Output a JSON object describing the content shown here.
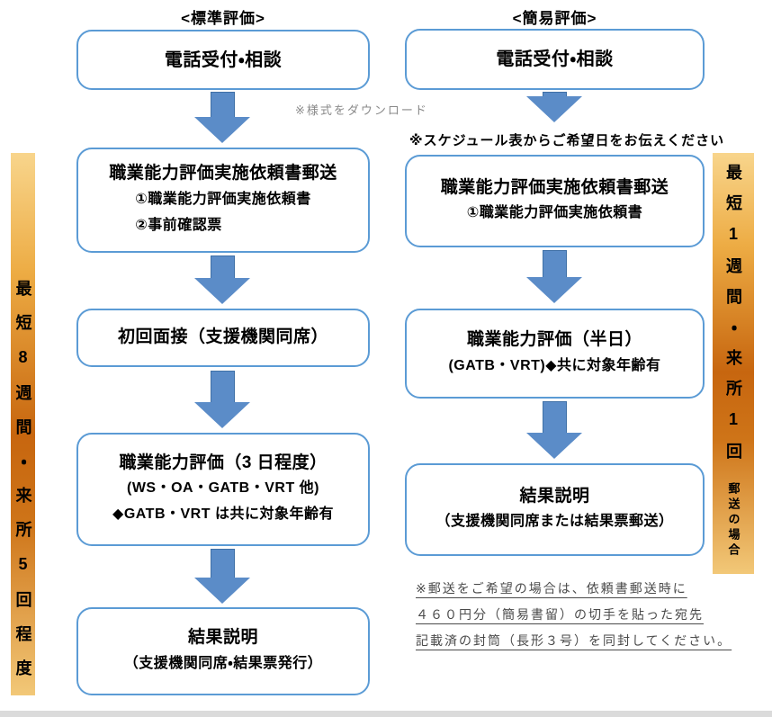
{
  "colors": {
    "box_border": "#5B9BD5",
    "arrow_fill": "#5B8CC8",
    "arrow_edge": "#3F70A6",
    "bar_gold_light": "#F8D58C",
    "bar_orange_dark": "#C7660F",
    "note_gray_text": "#8A8A8A",
    "mailing_note_text": "#4A4A4A"
  },
  "left": {
    "header": "<標準評価>",
    "boxes": [
      {
        "title": "電話受付・相談"
      },
      {
        "title": "職業能力評価実施依頼書郵送",
        "items": [
          "①職業能力評価実施依頼書",
          "②事前確認票"
        ]
      },
      {
        "title": "初回面接（支援機関同席）"
      },
      {
        "title": "職業能力評価（3 日程度）",
        "items": [
          "(WS・OA・GATB・VRT 他)",
          "◆GATB・VRT は共に対象年齢有"
        ]
      },
      {
        "title": "結果説明",
        "items": [
          "（支援機関同席・結果票発行）"
        ]
      }
    ],
    "duration_bar": "最短8週間・来所5回程度"
  },
  "right": {
    "header": "<簡易評価>",
    "boxes": [
      {
        "title": "電話受付・相談"
      },
      {
        "title": "職業能力評価実施依頼書郵送",
        "items": [
          "①職業能力評価実施依頼書"
        ]
      },
      {
        "title": "職業能力評価（半日）",
        "items": [
          "(GATB・VRT)◆共に対象年齢有"
        ]
      },
      {
        "title": "結果説明",
        "items": [
          "（支援機関同席または結果票郵送）"
        ]
      }
    ],
    "duration_bar_main": "最短1週間・来所1回",
    "duration_bar_sub": "郵送の場合"
  },
  "notes": {
    "download": "※様式をダウンロード",
    "schedule": "※スケジュール表からご希望日をお伝えください",
    "mailing_lines": [
      "※郵送をご希望の場合は、依頼書郵送時に",
      "４６０円分（簡易書留）の切手を貼った宛先",
      "記載済の封筒（長形３号）を同封してください。"
    ]
  }
}
